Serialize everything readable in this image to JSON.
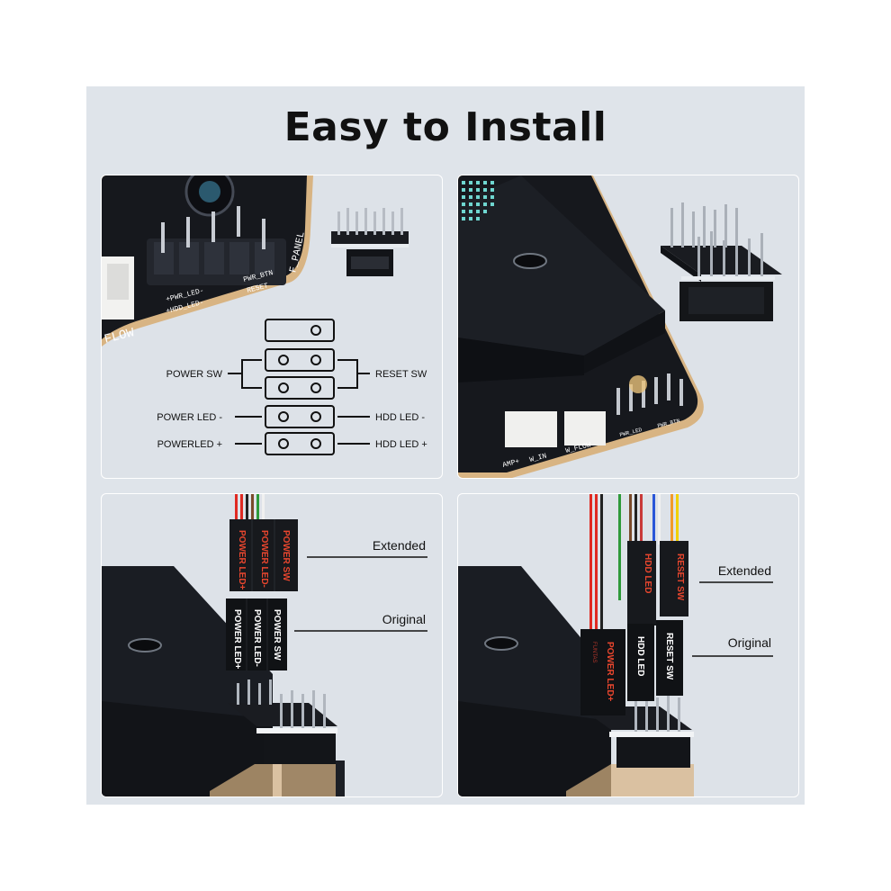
{
  "title": "Easy to Install",
  "colors": {
    "board": "#16181d",
    "gold": "#d8b483",
    "background": "#dfe4ea",
    "accent_red": "#e23a2a"
  },
  "panel1": {
    "board_silk": {
      "f_panel": "F_PANEL",
      "flow": "FLOW",
      "pwr_led": "+PWR_LED-",
      "hdd_led": "+HDD_LED-",
      "pwr_btn": "PWR_BTN",
      "reset": "RESET"
    },
    "pinout": {
      "power_sw": "POWER SW",
      "reset_sw": "RESET SW",
      "power_led_minus": "POWER LED -",
      "hdd_led_minus": "HDD LED -",
      "power_led_plus": "POWERLED +",
      "hdd_led_plus": "HDD LED +"
    }
  },
  "panel2": {
    "board_silk": {
      "amp": "AMP+",
      "w_in": "W_IN",
      "w_flow": "W_FLOW",
      "pwr_led": "PWR_LED",
      "pwr_btn": "PWR_BTN"
    }
  },
  "panel3": {
    "extended_label": "Extended",
    "original_label": "Original",
    "upper_connector": [
      "POWER SW",
      "POWER LED-",
      "POWER LED+"
    ],
    "lower_connector": [
      "POWER SW",
      "POWER LED-",
      "POWER LED+"
    ]
  },
  "panel4": {
    "extended_label": "Extended",
    "original_label": "Original",
    "upper_connector": [
      "HDD LED",
      "RESET SW"
    ],
    "lower_connector": [
      "POWER LED+",
      "HDD LED",
      "RESET SW"
    ],
    "brand_silk": "FUNTAS"
  }
}
